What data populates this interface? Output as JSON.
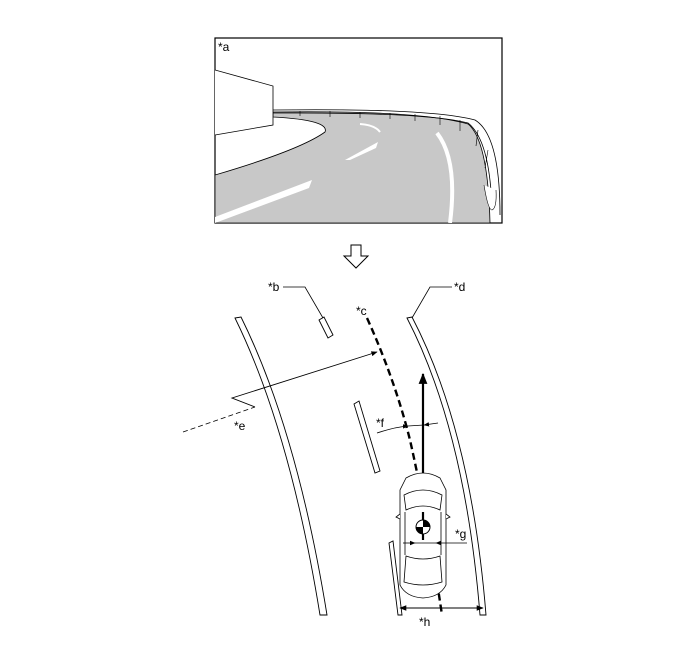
{
  "labels": {
    "a": "*a",
    "b": "*b",
    "c": "*c",
    "d": "*d",
    "e": "*e",
    "f": "*f",
    "g": "*g",
    "h": "*h"
  },
  "icons": {
    "transition_arrow": "hollow-down-arrow",
    "vehicle": "car-top-view",
    "center_of_gravity": "center-of-gravity-symbol"
  },
  "colors": {
    "road_surface": "#c8c8c8",
    "line": "#000000"
  }
}
